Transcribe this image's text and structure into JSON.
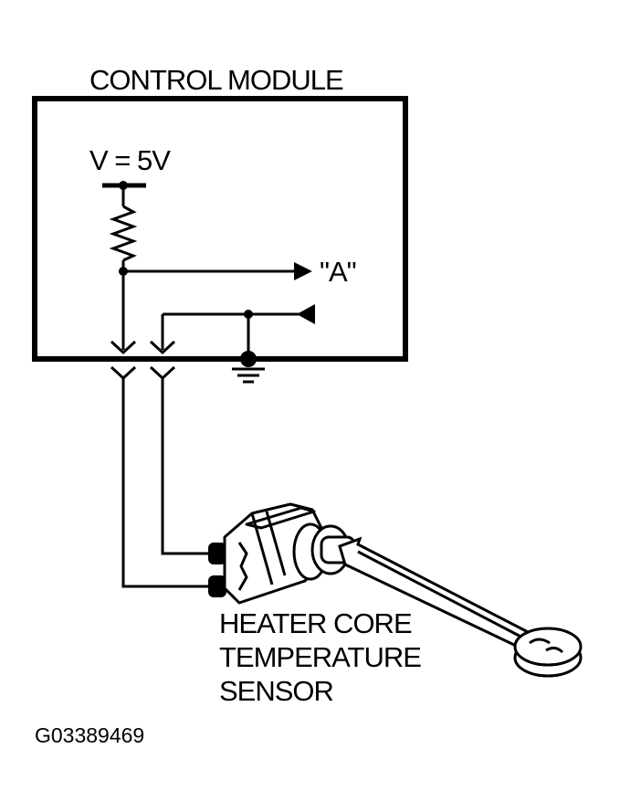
{
  "diagram": {
    "module_title": "CONTROL MODULE",
    "voltage_label": "V = 5V",
    "output_label": "\"A\"",
    "sensor_label_lines": [
      "HEATER CORE",
      "TEMPERATURE",
      "SENSOR"
    ],
    "figure_id": "G03389469"
  },
  "colors": {
    "ink": "#000000",
    "background": "#ffffff"
  }
}
